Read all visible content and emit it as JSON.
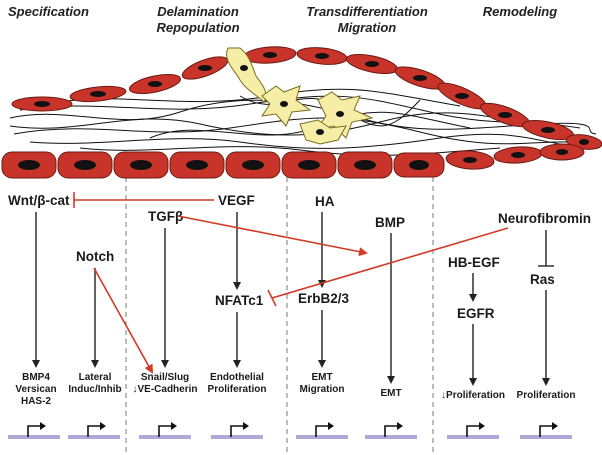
{
  "phases": [
    "Specification",
    "Delamination",
    "Repopulation",
    "Transdifferentiation",
    "Migration",
    "Remodeling"
  ],
  "nodes": {
    "wnt": "Wnt/β-cat",
    "vegf": "VEGF",
    "tgfb": "TGFβ",
    "ha": "HA",
    "bmp": "BMP",
    "neurofibromin": "Neurofibromin",
    "notch": "Notch",
    "nfatc1": "NFATc1",
    "erbb": "ErbB2/3",
    "hbegf": "HB-EGF",
    "egfr": "EGFR",
    "ras": "Ras"
  },
  "outputs": {
    "bmp4": [
      "BMP4",
      "Versican",
      "HAS-2"
    ],
    "lateral": [
      "Lateral",
      "Induc/Inhib"
    ],
    "snail": [
      "Snail/Slug",
      "↓VE-Cadherin"
    ],
    "endothelial": [
      "Endothelial",
      "Proliferation"
    ],
    "emt_migration": [
      "EMT",
      "Migration"
    ],
    "emt": [
      "EMT"
    ],
    "down_prolif": [
      "↓Proliferation"
    ],
    "prolif": [
      "Proliferation"
    ]
  },
  "colors": {
    "endothelial_cell": "#c8342a",
    "mesenchymal_cell": "#f6eea6",
    "inhibition": "#d13a25",
    "gene": "#b3a6d8"
  }
}
